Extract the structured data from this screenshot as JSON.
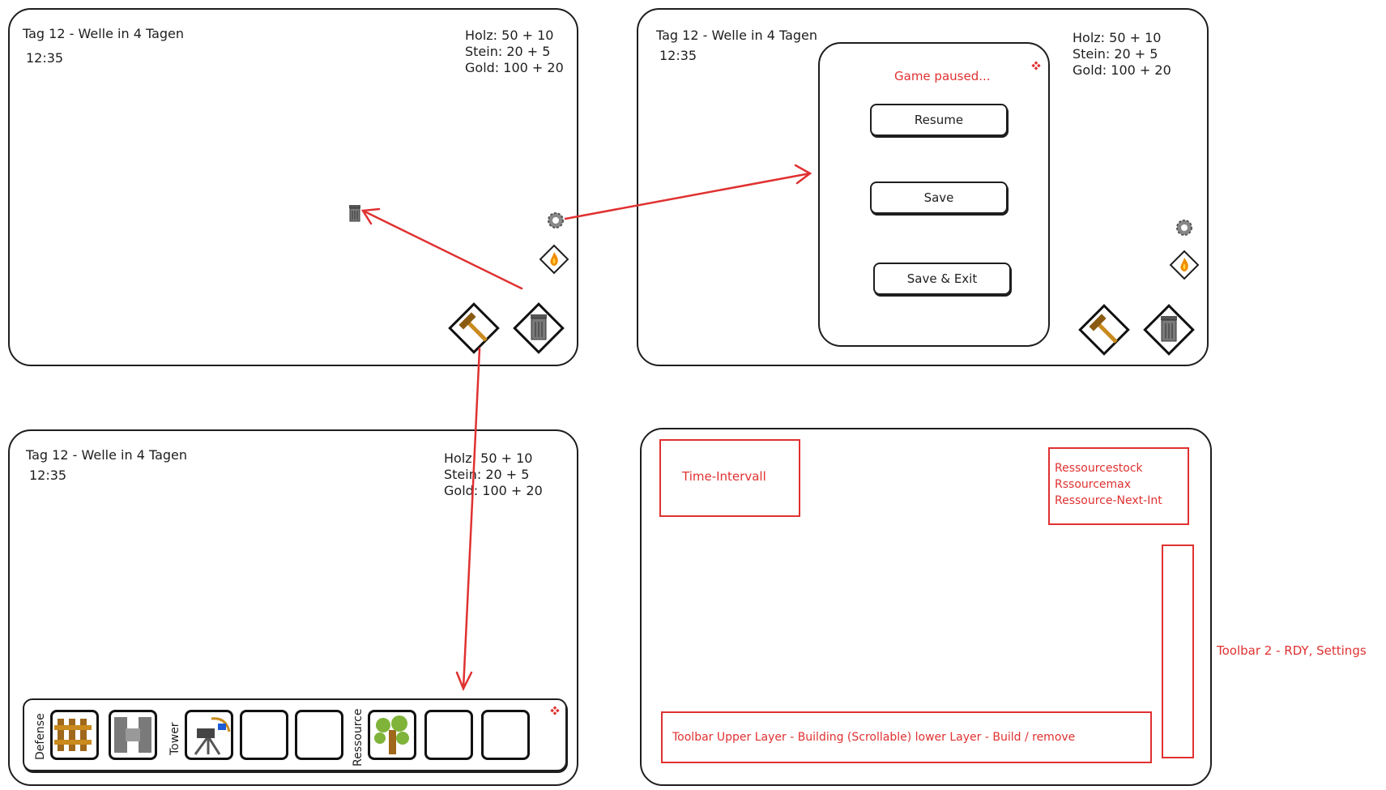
{
  "hud": {
    "day_wave": "Tag 12 - Welle in 4 Tagen",
    "time": "12:35",
    "resources": [
      "Holz: 50 + 10",
      "Stein: 20 + 5",
      "Gold: 100 + 20"
    ]
  },
  "pause_menu": {
    "title": "Game paused...",
    "buttons": [
      "Resume",
      "Save",
      "Save & Exit"
    ]
  },
  "build_toolbar": {
    "categories": [
      "Defense",
      "Tower",
      "Ressource"
    ]
  },
  "annotations": {
    "time_interval": "Time-Intervall",
    "resources": [
      "Ressourcestock",
      "Rssourcemax",
      "Ressource-Next-Int"
    ],
    "toolbar2": "Toolbar 2 - RDY, Settings",
    "toolbar_main": "Toolbar Upper Layer - Building (Scrollable) lower Layer - Build / remove"
  },
  "colors": {
    "annotation": "#e03131",
    "stroke": "#1e1e1e",
    "hammer": "#c98a1e",
    "wood": "#a0681a",
    "stone": "#7a7a7a",
    "leaf": "#7fb33a"
  },
  "icons": [
    "gear-icon",
    "fire-icon",
    "hammer-icon",
    "trash-can-icon",
    "close-icon",
    "fence-icon",
    "stone-wall-icon",
    "ballista-tower-icon",
    "tree-icon"
  ]
}
